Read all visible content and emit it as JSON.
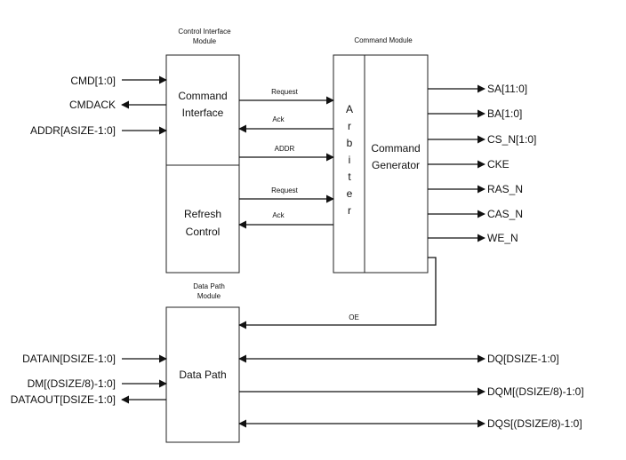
{
  "modules": {
    "control_interface_header": [
      "Control Interface",
      "Module"
    ],
    "command_module_header": "Command Module",
    "data_path_header": [
      "Data Path",
      "Module"
    ]
  },
  "blocks": {
    "command_interface": [
      "Command",
      "Interface"
    ],
    "refresh_control": [
      "Refresh",
      "Control"
    ],
    "arbiter": [
      "A",
      "r",
      "b",
      "i",
      "t",
      "e",
      "r"
    ],
    "command_generator": [
      "Command",
      "Generator"
    ],
    "data_path": "Data Path"
  },
  "left_signals": {
    "cmd": "CMD[1:0]",
    "cmdack": "CMDACK",
    "addr": "ADDR[ASIZE-1:0]",
    "datain": "DATAIN[DSIZE-1:0]",
    "dm": "DM[(DSIZE/8)-1:0]",
    "dataout": "DATAOUT[DSIZE-1:0]"
  },
  "internal_signals": {
    "request_1": "Request",
    "ack_1": "Ack",
    "addr": "ADDR",
    "request_2": "Request",
    "ack_2": "Ack",
    "oe": "OE"
  },
  "right_signals": {
    "sa": "SA[11:0]",
    "ba": "BA[1:0]",
    "cs_n": "CS_N[1:0]",
    "cke": "CKE",
    "ras_n": "RAS_N",
    "cas_n": "CAS_N",
    "we_n": "WE_N",
    "dq": "DQ[DSIZE-1:0]",
    "dqm": "DQM[(DSIZE/8)-1:0]",
    "dqs": "DQS[(DSIZE/8)-1:0]"
  }
}
